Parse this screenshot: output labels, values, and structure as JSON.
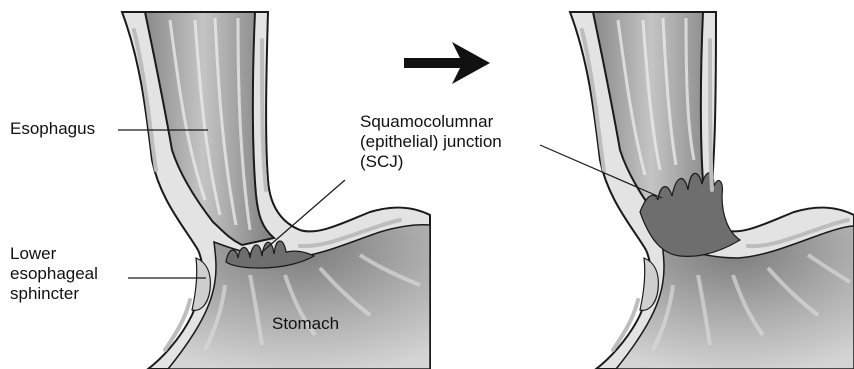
{
  "labels": {
    "esophagus": "Esophagus",
    "les_line1": "Lower",
    "les_line2": "esophageal",
    "les_line3": "sphincter",
    "scj_line1": "Squamocolumnar",
    "scj_line2": "(epithelial) junction",
    "scj_line3": "(SCJ)",
    "stomach": "Stomach"
  },
  "arrow": {
    "direction": "right",
    "icon": "arrow-right-icon"
  },
  "panels": [
    "normal-gastroesophageal-junction",
    "displaced-squamocolumnar-junction"
  ],
  "colors": {
    "tissue_fill": "#dcdcdc",
    "lumen_gray": "#9a9a9a",
    "mucosa_dark": "#6e6e6e",
    "outline": "#1a1a1a",
    "arrow": "#111111"
  }
}
